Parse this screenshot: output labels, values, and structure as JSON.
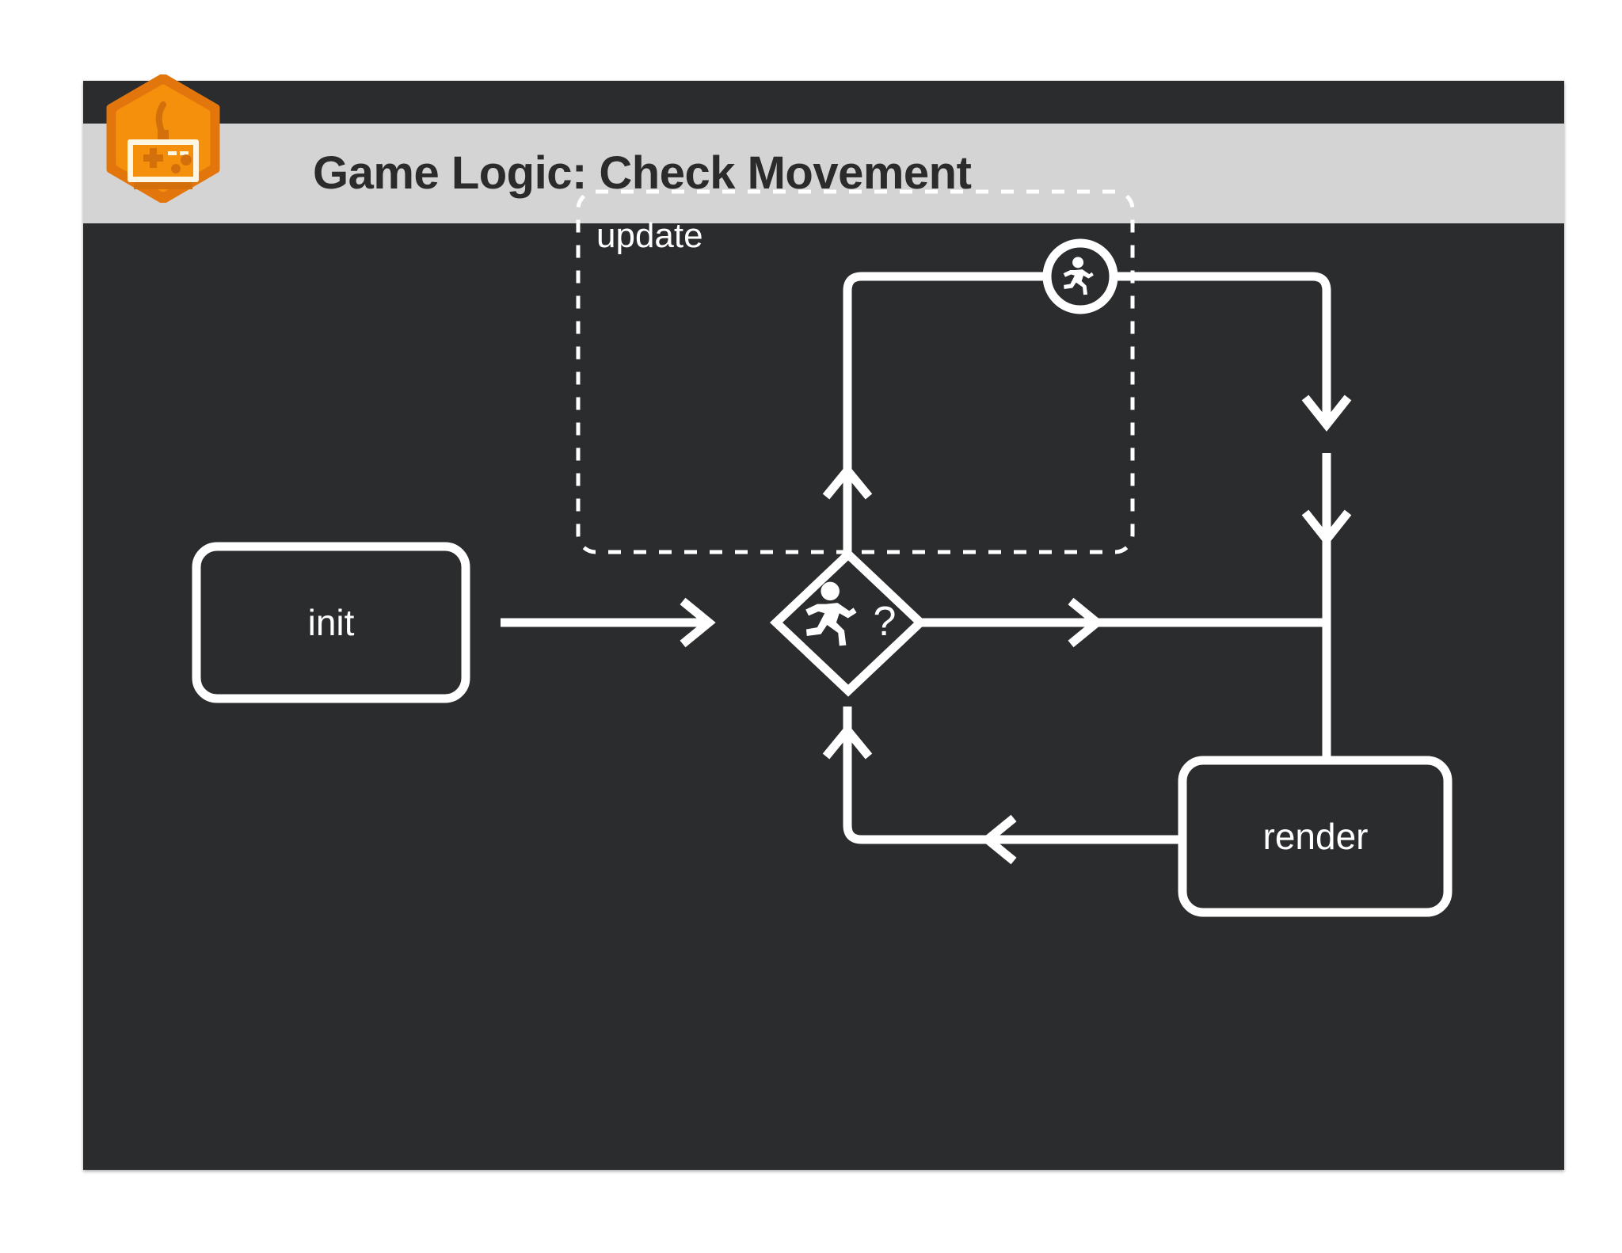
{
  "slide": {
    "background_color": "#2b2c2e",
    "header_band_color": "#d4d4d4",
    "title": "Game Logic: Check Movement",
    "accent_color": "#f5900c",
    "accent_dark_color": "#e2760d",
    "accent_light_color": "#fdf6e3",
    "line_color": "#ffffff"
  },
  "logo": {
    "name": "gamepad-badge",
    "shape": "hexagon",
    "icon": "gamepad-icon"
  },
  "diagram": {
    "type": "flowchart",
    "group": {
      "label": "update",
      "border_style": "dashed"
    },
    "nodes": [
      {
        "id": "init",
        "label": "init",
        "shape": "rounded-rect"
      },
      {
        "id": "decision",
        "label": "",
        "shape": "diamond",
        "icon": "running-person-icon",
        "annotation": "?"
      },
      {
        "id": "loop",
        "label": "",
        "shape": "circle",
        "icon": "running-person-icon"
      },
      {
        "id": "render",
        "label": "render",
        "shape": "rounded-rect"
      }
    ],
    "edges": [
      {
        "from": "init",
        "to": "decision",
        "direction": "right"
      },
      {
        "from": "decision",
        "to": "loop",
        "direction": "up"
      },
      {
        "from": "loop",
        "to": "render",
        "direction": "down"
      },
      {
        "from": "decision",
        "to": "render",
        "direction": "right"
      },
      {
        "from": "render",
        "to": "decision",
        "direction": "left-up"
      }
    ]
  }
}
